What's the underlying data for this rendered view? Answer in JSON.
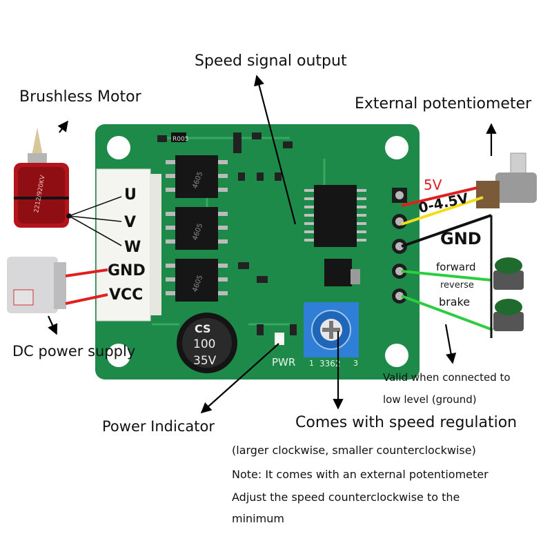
{
  "labels": {
    "speed_signal_output": "Speed signal output",
    "brushless_motor": "Brushless Motor",
    "external_potentiometer": "External potentiometer",
    "dc_power_supply": "DC power supply",
    "power_indicator": "Power Indicator",
    "speed_regulation": "Comes with speed regulation",
    "note_line1": "(larger clockwise, smaller counterclockwise)",
    "note_line2": "Note: It comes with an external potentiometer",
    "note_line3": "Adjust the speed counterclockwise to the",
    "note_line4": "minimum",
    "valid_line1": "Valid when connected to",
    "valid_line2": "low level (ground)"
  },
  "pins": {
    "u": "U",
    "v": "V",
    "w": "W",
    "gnd": "GND",
    "vcc": "VCC"
  },
  "wires": {
    "five_v": "5V",
    "zero_to_4_5v": "0-4.5V",
    "gnd": "GND"
  },
  "switches": {
    "forward": "forward",
    "reverse": "reverse",
    "brake": "brake"
  },
  "board": {
    "capacitor_line1": "CS",
    "capacitor_line2": "100",
    "capacitor_line3": "35V",
    "pwr": "PWR",
    "pot_code": "3362",
    "pot_pin1": "1",
    "pot_pin3": "3",
    "resistor_code": "R005",
    "motor_text": "2212/920KV",
    "mosfet_1": "4605",
    "mosfet_2": "4605",
    "mosfet_3": "4605"
  },
  "colors": {
    "pcb": "#1e8a4a",
    "red_wire": "#e02020",
    "yellow_wire": "#f2dc1e",
    "green_wire": "#2ecc40",
    "black_wire": "#111111",
    "pot_blue": "#2f7fd6"
  }
}
